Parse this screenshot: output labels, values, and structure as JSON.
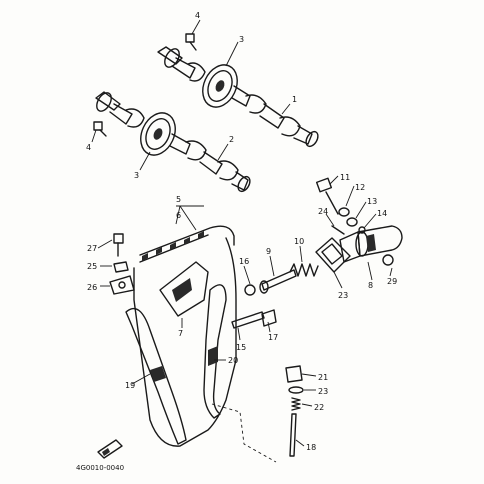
{
  "diagram": {
    "figure_code": "4G0010-0040",
    "callouts": [
      {
        "id": "c1",
        "text": "1"
      },
      {
        "id": "c2",
        "text": "2"
      },
      {
        "id": "c3a",
        "text": "3"
      },
      {
        "id": "c3b",
        "text": "3"
      },
      {
        "id": "c4a",
        "text": "4"
      },
      {
        "id": "c4b",
        "text": "4"
      },
      {
        "id": "c5",
        "text": "5"
      },
      {
        "id": "c6",
        "text": "6"
      },
      {
        "id": "c7",
        "text": "7"
      },
      {
        "id": "c8",
        "text": "8"
      },
      {
        "id": "c9",
        "text": "9"
      },
      {
        "id": "c10",
        "text": "10"
      },
      {
        "id": "c11",
        "text": "11"
      },
      {
        "id": "c12",
        "text": "12"
      },
      {
        "id": "c13",
        "text": "13"
      },
      {
        "id": "c14",
        "text": "14"
      },
      {
        "id": "c15",
        "text": "15"
      },
      {
        "id": "c16",
        "text": "16"
      },
      {
        "id": "c17",
        "text": "17"
      },
      {
        "id": "c18",
        "text": "18"
      },
      {
        "id": "c19",
        "text": "19"
      },
      {
        "id": "c20",
        "text": "20"
      },
      {
        "id": "c21",
        "text": "21"
      },
      {
        "id": "c22",
        "text": "22"
      },
      {
        "id": "c23a",
        "text": "23"
      },
      {
        "id": "c23b",
        "text": "23"
      },
      {
        "id": "c24",
        "text": "24"
      },
      {
        "id": "c25",
        "text": "25"
      },
      {
        "id": "c26",
        "text": "26"
      },
      {
        "id": "c27",
        "text": "27"
      },
      {
        "id": "c29",
        "text": "29"
      }
    ]
  }
}
